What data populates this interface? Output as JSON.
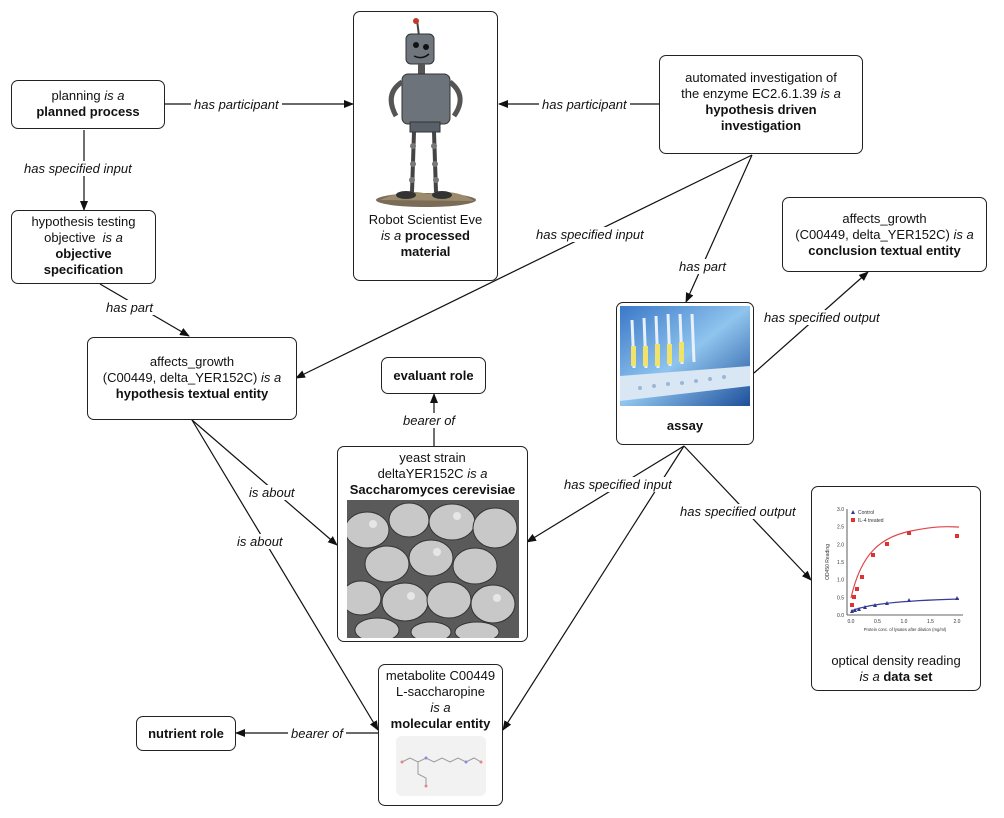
{
  "nodes": {
    "planning": {
      "name": "planning",
      "rel": "is a",
      "type": "planned process"
    },
    "robot": {
      "name": "Robot Scientist Eve",
      "rel": "is a",
      "type": "processed material"
    },
    "automated": {
      "name1": "automated investigation   of",
      "name2": "the enzyme EC2.6.1.39",
      "rel": "is a",
      "type": "hypothesis driven investigation"
    },
    "objective": {
      "name1": "hypothesis testing",
      "name2": "objective",
      "rel": "is a",
      "type": "objective specification"
    },
    "conclusion": {
      "name1": "affects_growth",
      "name2": "(C00449, delta_YER152C)",
      "rel": "is a",
      "type": "conclusion textual entity"
    },
    "hypothesis": {
      "name1": "affects_growth",
      "name2": "(C00449, delta_YER152C)",
      "rel": "is a",
      "type": "hypothesis textual entity"
    },
    "evaluant": {
      "type": "evaluant role"
    },
    "assay": {
      "type": "assay"
    },
    "yeast": {
      "name1": "yeast strain",
      "name2": "deltaYER152C",
      "rel": "is a",
      "type": "Saccharomyces cerevisiae"
    },
    "dataset": {
      "name": "optical density reading",
      "rel": "is a",
      "type": "data set"
    },
    "metabolite": {
      "name1": "metabolite C00449",
      "name2": "L-saccharopine",
      "rel": "is a",
      "type": "molecular entity"
    },
    "nutrient": {
      "type": "nutrient role"
    }
  },
  "edges": {
    "e1": "has participant",
    "e2": "has participant",
    "e3": "has specified input",
    "e4": "has specified input",
    "e5": "has part",
    "e6": "has part",
    "e7": "has specified output",
    "e8": "bearer of",
    "e9": "has specified input",
    "e10": "has specified output",
    "e11": "is about",
    "e12": "is about",
    "e13": "bearer of"
  },
  "plot": {
    "legend": [
      "Control",
      "IL-4 treated"
    ],
    "ylabel": "OD450 Reading",
    "xlabel": "Protein conc. of lysates after dilution (mg/ml)",
    "yticks": [
      "3.0",
      "2.5",
      "2.0",
      "1.5",
      "1.0",
      "0.5",
      "0.0"
    ],
    "xticks": [
      "0.0",
      "0.5",
      "1.0",
      "1.5",
      "2.0"
    ]
  }
}
